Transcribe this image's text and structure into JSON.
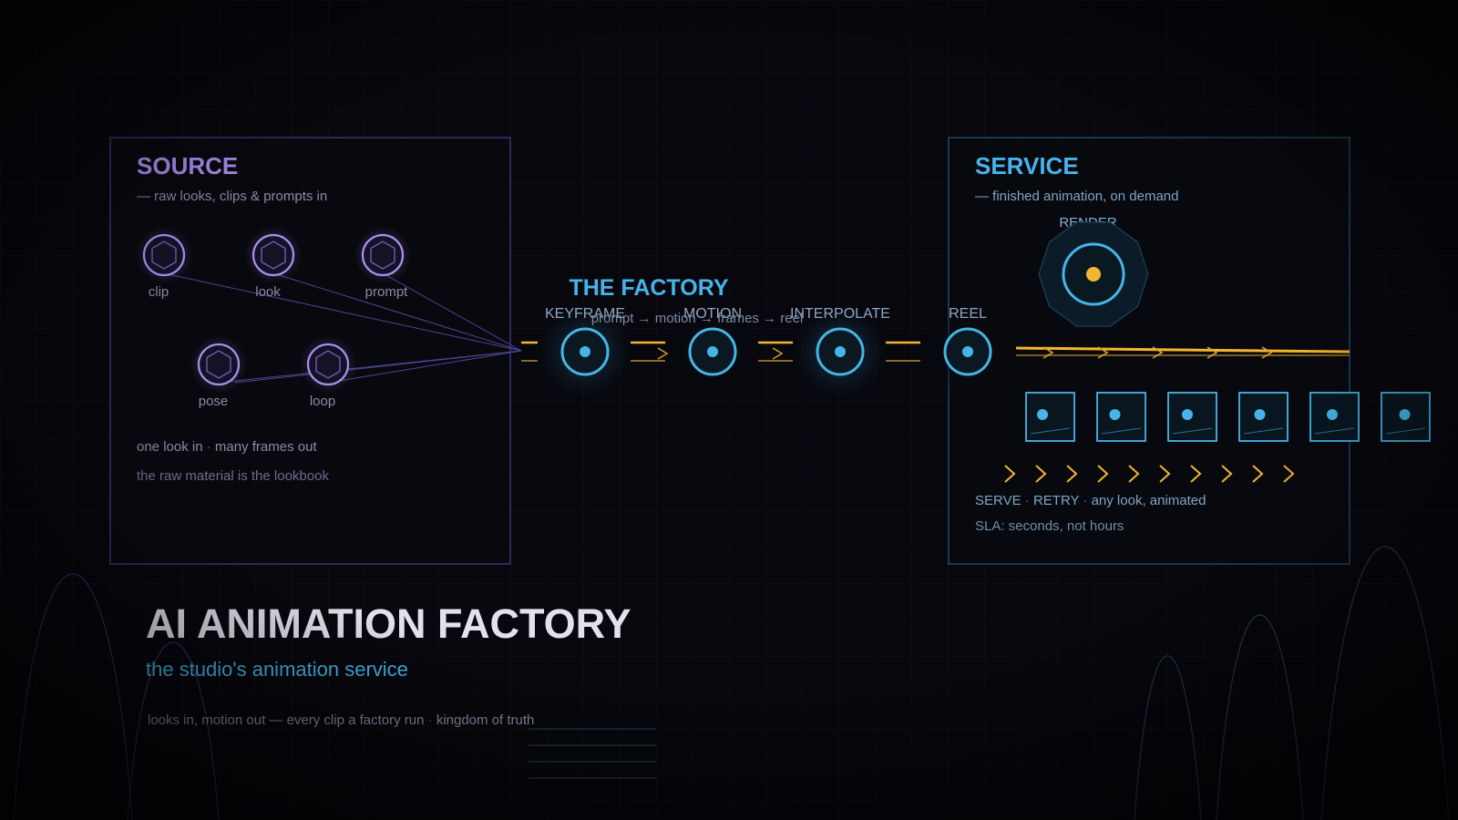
{
  "colors": {
    "background": "#07070d",
    "source_accent": "#a98ef0",
    "service_accent": "#46b4e8",
    "gold": "#f2b630",
    "muted_text": "#8d8aa6",
    "title_text": "#e2e1ee"
  },
  "source": {
    "title": "SOURCE",
    "subtitle": "— raw looks, clips & prompts in",
    "nodes": [
      "clip",
      "look",
      "prompt",
      "pose",
      "loop"
    ],
    "note_line1_a": "one look in",
    "note_line1_b": "many frames out",
    "note_line2": "the raw material is the lookbook"
  },
  "factory": {
    "title": "THE FACTORY",
    "subtitle": "prompt → motion → frames → reel",
    "stages": [
      "KEYFRAME",
      "MOTION",
      "INTERPOLATE",
      "REEL"
    ]
  },
  "service": {
    "title": "SERVICE",
    "subtitle": "— finished animation, on demand",
    "render_label": "RENDER",
    "frame_count": 6,
    "chevron_count": 10,
    "footer_serve": "SERVE",
    "footer_retry": "RETRY",
    "footer_tagline": "any look, animated",
    "sla": "SLA: seconds, not hours"
  },
  "hero": {
    "title": "AI ANIMATION FACTORY",
    "subtitle": "the studio's animation service",
    "tagline_a": "looks in, motion out — every clip a factory run",
    "tagline_b": "kingdom of truth"
  },
  "icons": {
    "source_node": "hexagon-icon",
    "stage_node": "target-ring-icon",
    "render_node": "render-core-icon",
    "frame": "frame-icon",
    "chevron": "chevron-right-icon"
  }
}
